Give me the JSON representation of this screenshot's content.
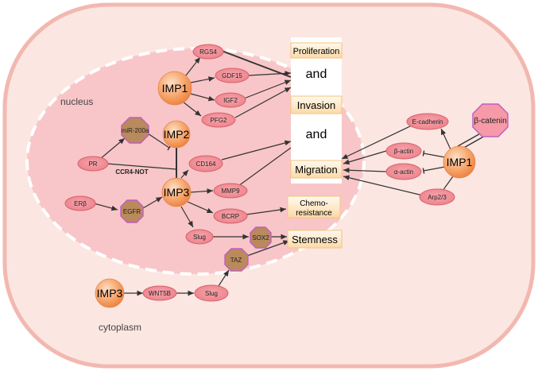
{
  "regions": {
    "nucleus": "nucleus",
    "cytoplasm": "cytoplasm"
  },
  "hubs": {
    "imp1_nucleus": "IMP1",
    "imp2": "IMP2",
    "imp3_nucleus": "IMP3",
    "imp1_cytoplasm": "IMP1",
    "imp3_cytoplasm": "IMP3"
  },
  "targets": {
    "rgs4": "RGS4",
    "gdf15": "GDF15",
    "igf2": "IGF2",
    "pfg2": "PFG2",
    "pr": "PR",
    "cd164": "CD164",
    "mmp9": "MMP9",
    "er_beta": "ERβ",
    "bcrp": "BCRP",
    "slug_nucleus": "Slug",
    "wnt5b": "WNT5B",
    "slug_cytoplasm": "Slug",
    "e_cadherin": "E-cadherin",
    "beta_actin": "β-actin",
    "alpha_actin": "α-actin",
    "arp23": "Arp2/3"
  },
  "octagons": {
    "mir200a": "miR-200a",
    "egfr": "EGFR",
    "sox2": "SOX2",
    "taz": "TAZ",
    "beta_catenin": "β-catenin"
  },
  "complex_label": "CCR4-NOT",
  "outcomes": {
    "proliferation": "Proliferation",
    "and_1": "and",
    "invasion": "Invasion",
    "and_2": "and",
    "migration": "Migration",
    "chemo_line1": "Chemo-",
    "chemo_line2": "resistance",
    "stemness": "Stemness"
  },
  "colors": {
    "cell_fill": "#fbe6e2",
    "cell_border": "#f2b8b0",
    "nucleus_fill": "#f8c6c8",
    "ellipse_fill": "#f08d94",
    "ellipse_stroke": "#d8626d",
    "octagon_fill": "#b98a5c",
    "octagon_stroke": "#c35cc0",
    "catenin_fill": "#f59aa6",
    "hub_fill": "#f39a5c",
    "box_fill": "#fde9c8",
    "box_border": "#f6c47a",
    "line": "#333333"
  }
}
